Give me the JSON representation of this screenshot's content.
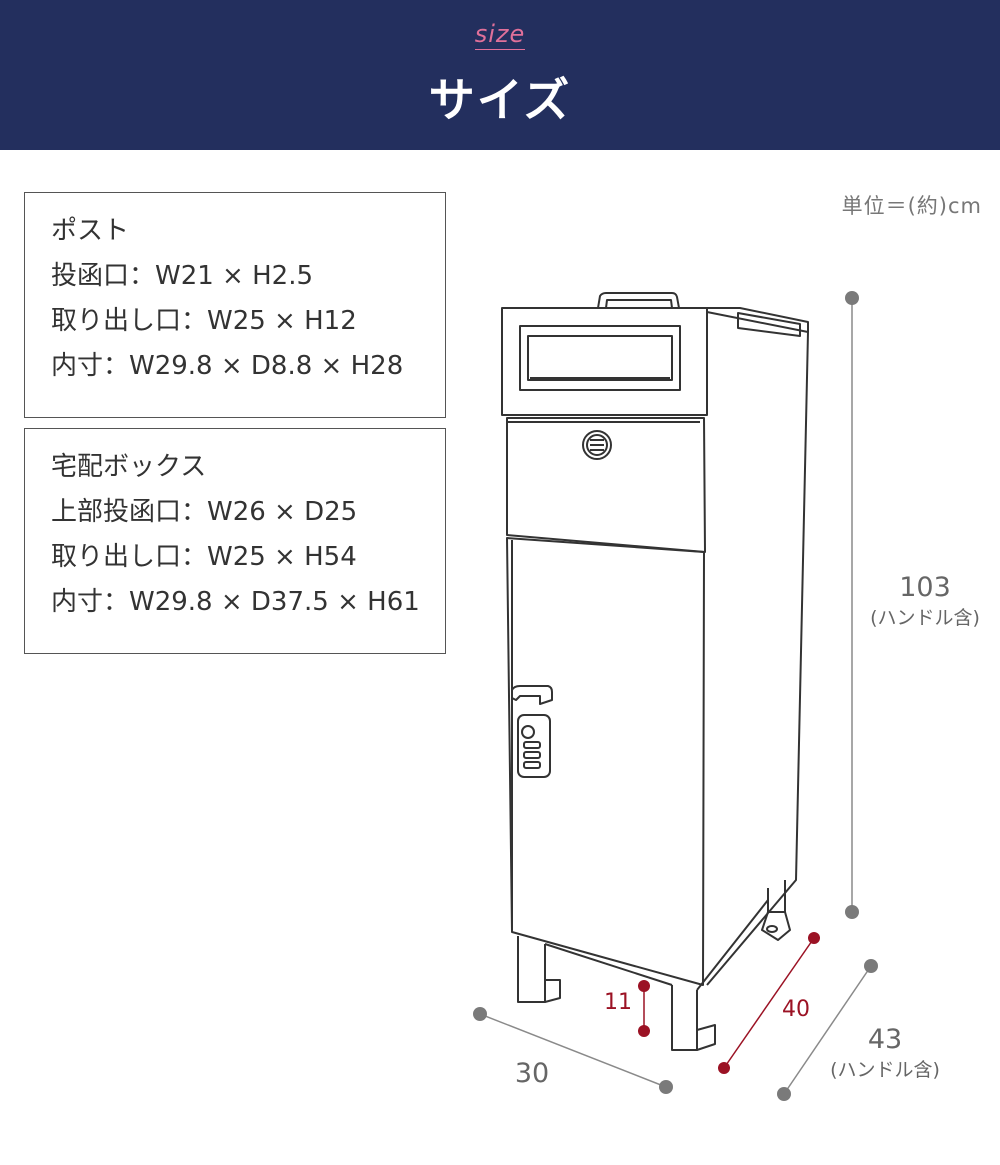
{
  "header": {
    "subtitle": "size",
    "title": "サイズ"
  },
  "post_box": {
    "lines": [
      "ポスト",
      "投函口：W21 × H2.5",
      "取り出し口：W25 × H12",
      "内寸：W29.8 × D8.8 × H28"
    ]
  },
  "delivery_box": {
    "lines": [
      "宅配ボックス",
      "上部投函口：W26 × D25",
      "取り出し口：W25 × H54",
      "内寸：W29.8 × D37.5 × H61"
    ]
  },
  "unit_note": "単位＝(約)cm",
  "dimensions": {
    "height": {
      "value": "103",
      "note": "(ハンドル含)"
    },
    "width": {
      "value": "30"
    },
    "depth": {
      "value": "40"
    },
    "depth_with_handle": {
      "value": "43",
      "note": "(ハンドル含)"
    },
    "leg_clearance": {
      "value": "11"
    }
  },
  "colors": {
    "header_bg": "#232f5e",
    "accent_pink": "#e0709a",
    "dim_red": "#9b1224",
    "dim_gray": "#777777"
  }
}
